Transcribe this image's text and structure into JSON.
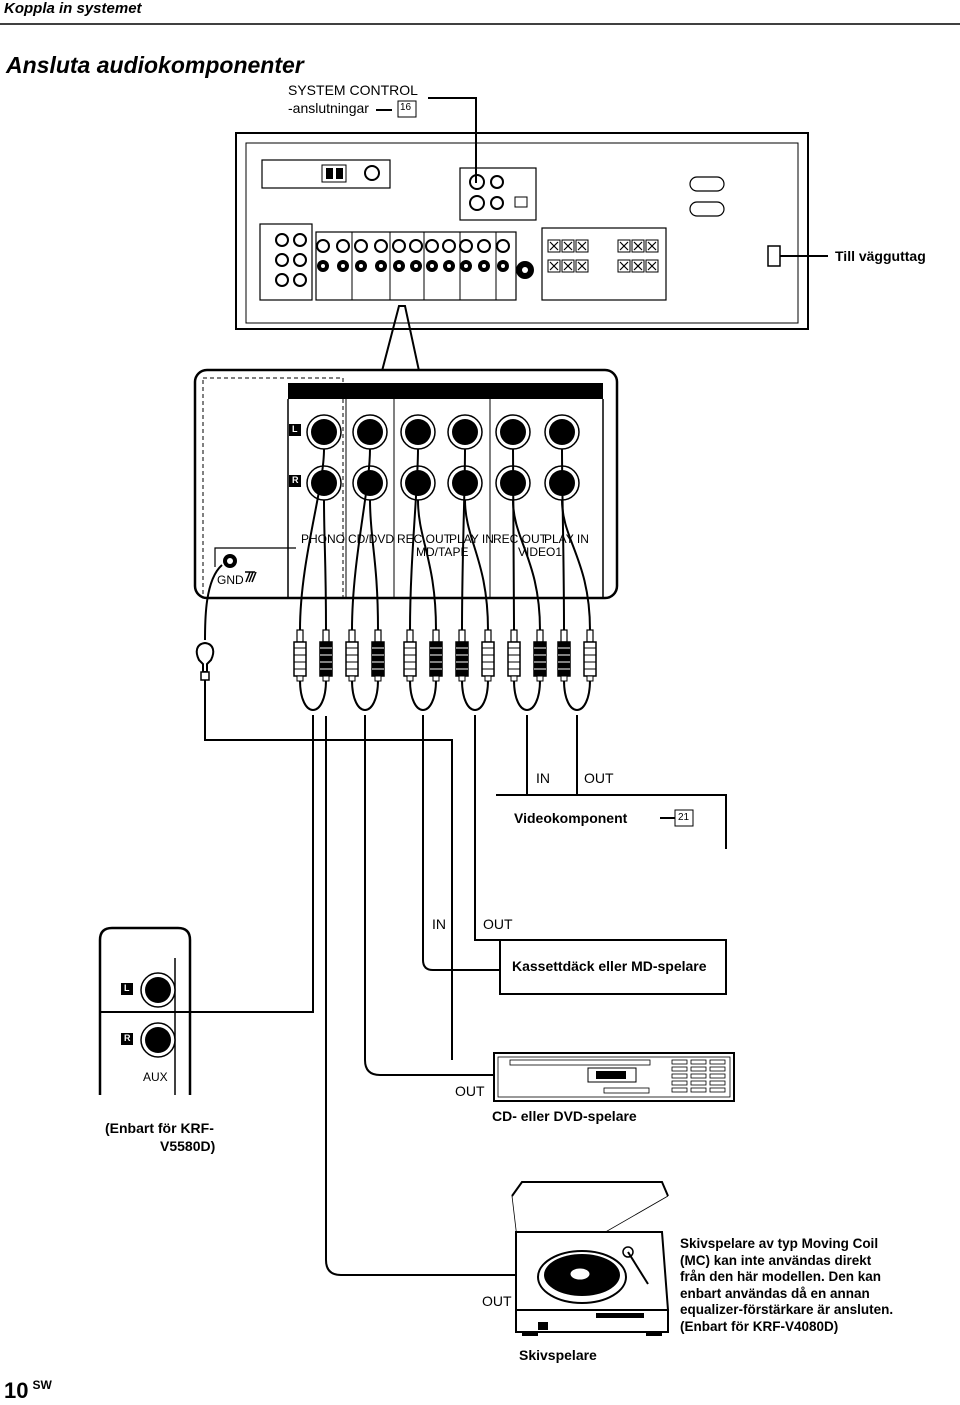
{
  "header": {
    "section": "Koppla in systemet"
  },
  "page_title": "Ansluta audiokomponenter",
  "system_control": {
    "line1": "SYSTEM CONTROL",
    "line2": "-anslutningar",
    "ref": "16"
  },
  "wall_outlet": "Till vägguttag",
  "jack_panel": {
    "channel_left": "L",
    "channel_right": "R",
    "gnd": "GND",
    "inputs": [
      "PHONO",
      "CD/DVD",
      "REC OUT",
      "PLAY IN",
      "REC OUT",
      "PLAY IN"
    ],
    "group_md": "MD/TAPE",
    "group_video": "VIDEO1"
  },
  "video": {
    "in": "IN",
    "out": "OUT",
    "name": "Videokomponent",
    "ref": "21"
  },
  "tape": {
    "in": "IN",
    "out": "OUT",
    "name": "Kassettdäck eller MD-spelare"
  },
  "aux": {
    "left": "L",
    "right": "R",
    "label": "AUX",
    "note_line1": "(Enbart för KRF-",
    "note_line2": "V5580D)"
  },
  "cd": {
    "out": "OUT",
    "name": "CD- eller DVD-spelare"
  },
  "turntable": {
    "out": "OUT",
    "name": "Skivspelare",
    "dial": "0",
    "note": [
      "Skivspelare av typ Moving Coil",
      "(MC) kan inte användas direkt",
      "från den här modellen. Den kan",
      "enbart användas då en annan",
      "equalizer-förstärkare är ansluten.",
      "(Enbart för KRF-V4080D)"
    ]
  },
  "footer": {
    "page_number": "10",
    "lang": "SW"
  }
}
